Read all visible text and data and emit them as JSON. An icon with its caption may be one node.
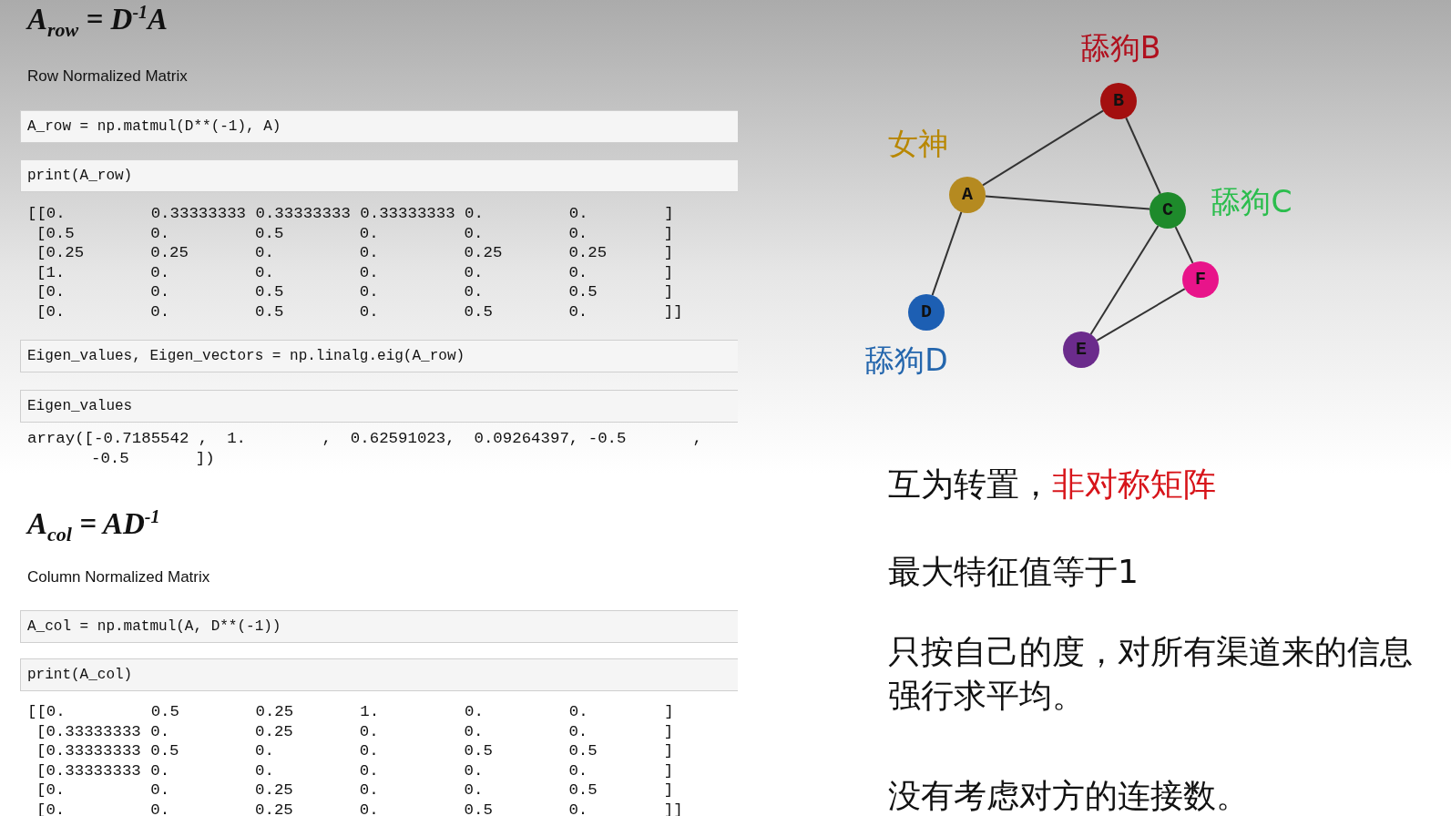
{
  "diagram": {
    "nodes": [
      {
        "text": [
          "A"
        ],
        "beside": [
          "女神"
        ]
      },
      {
        "text": [
          "B"
        ],
        "beside": [
          "舔狗B"
        ]
      },
      {
        "text": [
          "C"
        ],
        "beside": [
          "舔狗C"
        ]
      },
      {
        "text": [
          "D"
        ],
        "beside": [
          "舔狗D"
        ]
      },
      {
        "text": [
          "E"
        ]
      },
      {
        "text": [
          "F"
        ]
      }
    ],
    "edges": [
      {
        "from": 0,
        "to": 1,
        "arrow": "none"
      },
      {
        "from": 1,
        "to": 2,
        "arrow": "none"
      },
      {
        "from": 0,
        "to": 2,
        "arrow": "none"
      },
      {
        "from": 0,
        "to": 3,
        "arrow": "none"
      },
      {
        "from": 2,
        "to": 4,
        "arrow": "none"
      },
      {
        "from": 2,
        "to": 5,
        "arrow": "none"
      },
      {
        "from": 4,
        "to": 5,
        "arrow": "none"
      }
    ],
    "labels": [
      "A$_{row}$ = D$^{-1}$A",
      "Row Normalized Matrix",
      "A_row = np.matmul(D**(-1), A)",
      "print(A_row)",
      "[[0.         0.33333333 0.33333333 0.33333333 0.         0.        ]",
      "[0.5        0.         0.5        0.         0.         0.        ]",
      "[0.25       0.25       0.         0.         0.25       0.25      ]",
      "[1.         0.         0.         0.         0.         0.        ]",
      "[0.         0.         0.5        0.         0.         0.5       ]",
      "[0.         0.         0.5        0.         0.5        0.        ]]",
      "Eigen_values, Eigen_vectors = np.linalg.eig(A_row)",
      "Eigen_values",
      "array([-0.7185542 ,  1.        ,  0.62591023,  0.09264397, -0.5       ,",
      "-0.5       ])",
      "A$_{col}$ = AD$^{-1}$",
      "Column Normalized Matrix",
      "A_col = np.matmul(A, D**(-1))",
      "print(A_col)",
      "[[0.         0.5        0.25       1.         0.         0.        ]",
      "[0.33333333 0.         0.25       0.         0.         0.        ]",
      "[0.33333333 0.5        0.         0.         0.5        0.5       ]",
      "[0.33333333 0.         0.         0.         0.         0.        ]",
      "[0.         0.         0.25       0.         0.         0.5       ]",
      "[0.         0.         0.25       0.         0.5        0.        ]]",
      "互为转置，",
      "非对称矩阵",
      "最大特征值等于1",
      "只按自己的度，对所有渠道来的信息强行求平均。",
      "没有考虑对方的连接数。"
    ]
  }
}
